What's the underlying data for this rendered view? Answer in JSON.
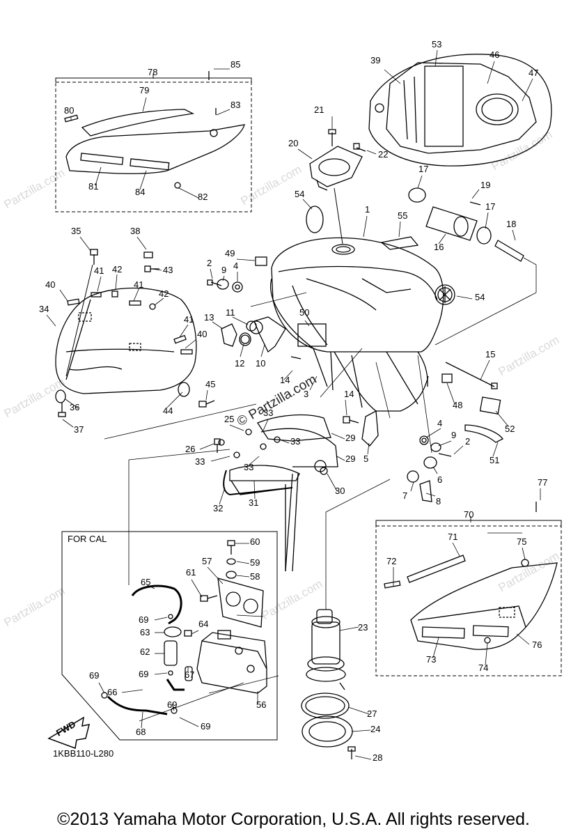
{
  "diagram": {
    "code": "1KBB110-L280",
    "for_cal_label": "FOR CAL",
    "fwd_label": "FWD",
    "watermark": "Partzilla.com",
    "watermark_main": "© Partzilla.com"
  },
  "callouts": [
    "1",
    "2",
    "3",
    "4",
    "5",
    "6",
    "7",
    "8",
    "9",
    "10",
    "11",
    "12",
    "13",
    "14",
    "15",
    "16",
    "17",
    "18",
    "19",
    "20",
    "21",
    "22",
    "23",
    "24",
    "25",
    "26",
    "27",
    "28",
    "29",
    "30",
    "31",
    "32",
    "33",
    "34",
    "35",
    "36",
    "37",
    "38",
    "39",
    "40",
    "41",
    "42",
    "43",
    "44",
    "45",
    "46",
    "47",
    "48",
    "49",
    "50",
    "51",
    "52",
    "53",
    "54",
    "55",
    "56",
    "57",
    "58",
    "59",
    "60",
    "61",
    "62",
    "63",
    "64",
    "65",
    "66",
    "67",
    "68",
    "69",
    "70",
    "71",
    "72",
    "73",
    "74",
    "75",
    "76",
    "77",
    "78",
    "79",
    "80",
    "81",
    "82",
    "83",
    "84",
    "85"
  ],
  "copyright": "©2013 Yamaha Motor Corporation, U.S.A. All rights reserved."
}
